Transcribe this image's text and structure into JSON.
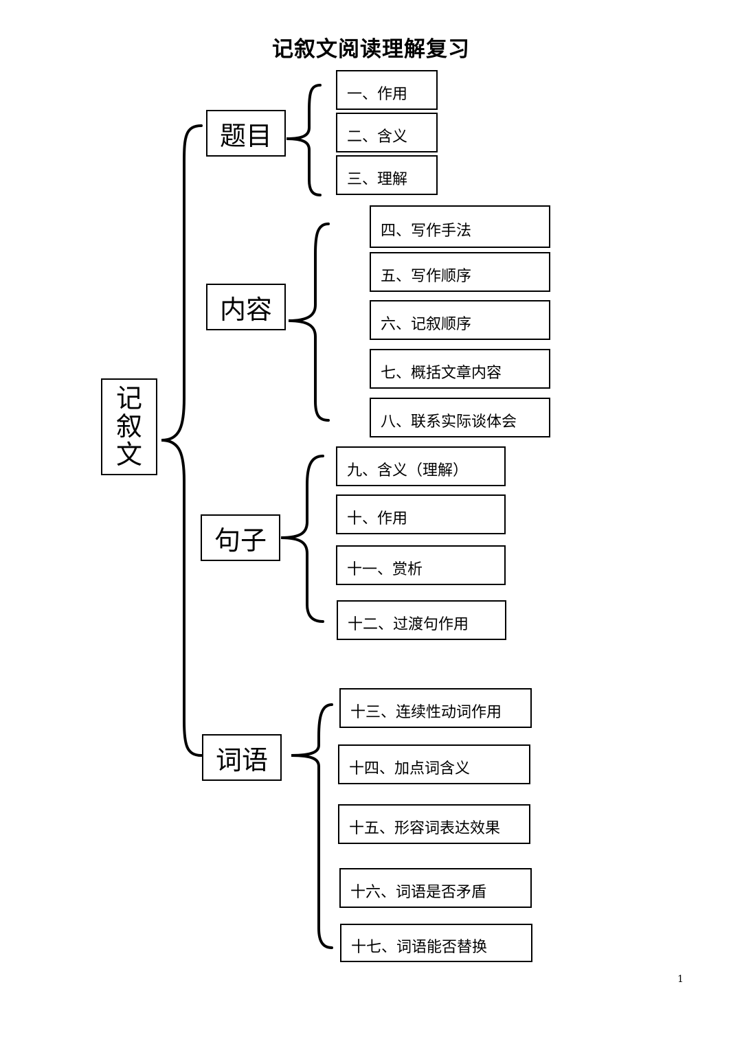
{
  "title": "记叙文阅读理解复习",
  "root": {
    "chars": [
      "记",
      "叙",
      "文"
    ]
  },
  "categories": [
    {
      "label": "题目",
      "items": [
        "一、作用",
        "二、含义",
        "三、理解"
      ]
    },
    {
      "label": "内容",
      "items": [
        "四、写作手法",
        "五、写作顺序",
        "六、记叙顺序",
        "七、概括文章内容",
        "八、联系实际谈体会"
      ]
    },
    {
      "label": "句子",
      "items": [
        "九、含义（理解）",
        "十、作用",
        "十一、赏析",
        "十二、过渡句作用"
      ]
    },
    {
      "label": "词语",
      "items": [
        "十三、连续性动词作用",
        "十四、加点词含义",
        "十五、形容词表达效果",
        "十六、词语是否矛盾",
        "十七、词语能否替换"
      ]
    }
  ],
  "page_number": "1"
}
